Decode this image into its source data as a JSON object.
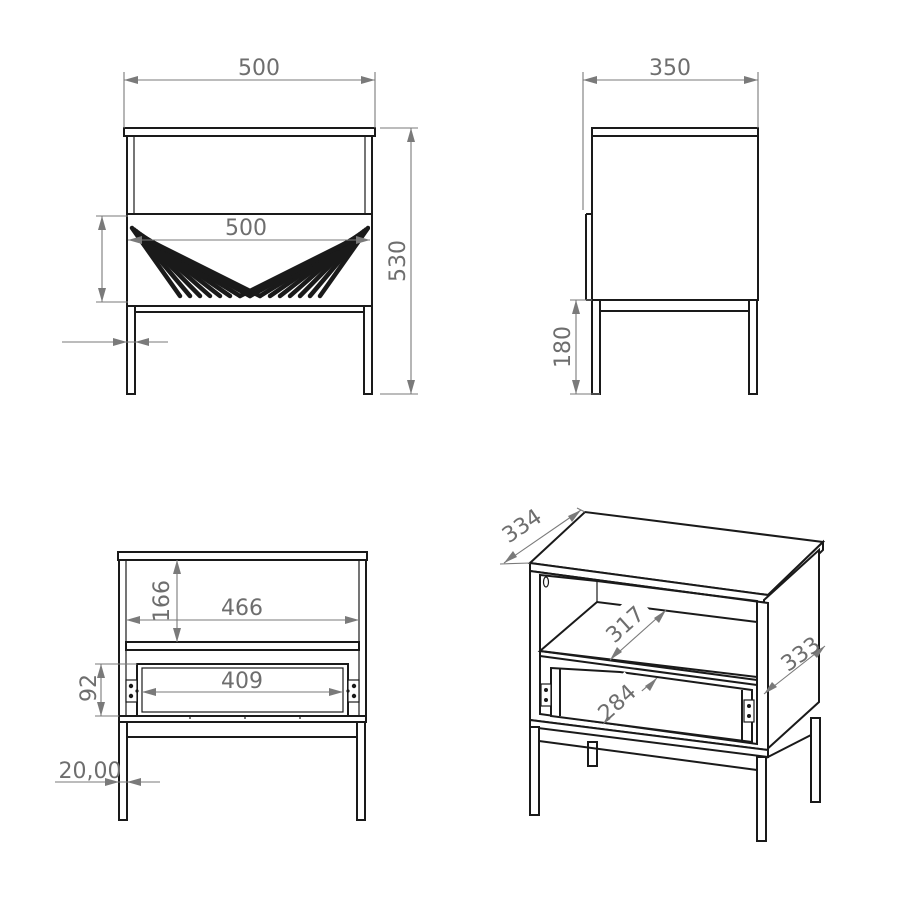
{
  "colors": {
    "outline": "#1a1a1a",
    "dimension": "#7a7a7a",
    "background": "#ffffff"
  },
  "views": {
    "front": {
      "dim_top_width": "500",
      "dim_drawer_width": "500",
      "dim_height": "530"
    },
    "side": {
      "dim_depth": "350",
      "dim_leg_height": "180"
    },
    "section": {
      "dim_shelf_height": "166",
      "dim_inner_width": "466",
      "dim_drawer_height": "92",
      "dim_drawer_inner_width": "409",
      "dim_leg_offset": "20,00"
    },
    "isometric": {
      "dim_top_depth": "334",
      "dim_shelf_depth": "317",
      "dim_side_depth": "333",
      "dim_drawer_depth": "284"
    }
  }
}
